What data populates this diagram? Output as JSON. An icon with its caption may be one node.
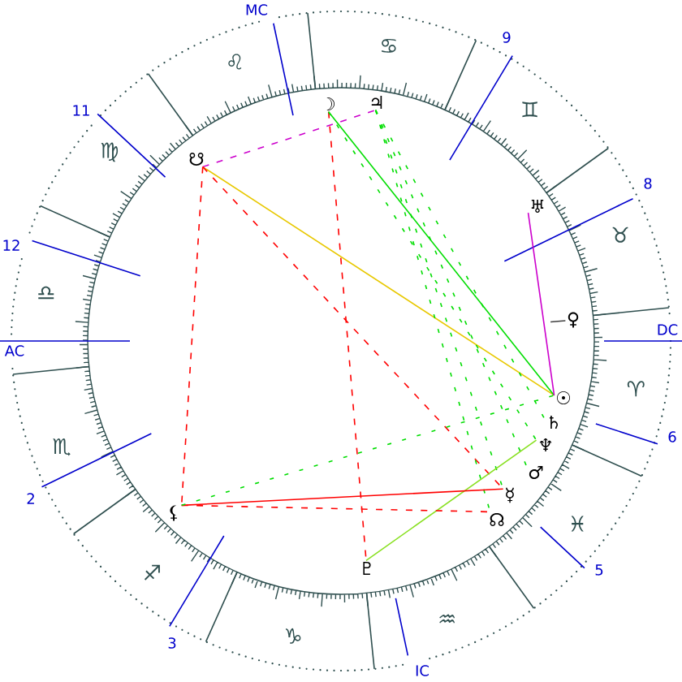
{
  "diagram": {
    "nodes": [
      {
        "text": [
          "☽"
        ]
      },
      {
        "text": [
          "♃"
        ]
      },
      {
        "text": [
          "☋"
        ]
      },
      {
        "text": [
          "♅"
        ]
      },
      {
        "text": [
          "♀"
        ]
      },
      {
        "text": [
          "☉"
        ]
      },
      {
        "text": [
          "♄"
        ]
      },
      {
        "text": [
          "♆"
        ]
      },
      {
        "text": [
          "♂"
        ]
      },
      {
        "text": [
          "☿"
        ]
      },
      {
        "text": [
          "⚸"
        ]
      },
      {
        "text": [
          "☊"
        ]
      },
      {
        "text": [
          "♇"
        ]
      }
    ],
    "edges": [
      {
        "from": 2,
        "to": 1,
        "arrow": "none",
        "style": "dashed",
        "color": "#cc00cc"
      },
      {
        "from": 2,
        "to": 5,
        "arrow": "none",
        "color": "#e8c800"
      },
      {
        "from": 2,
        "to": 10,
        "arrow": "none",
        "style": "dashed",
        "color": "#ff0000"
      },
      {
        "from": 2,
        "to": 9,
        "arrow": "none",
        "style": "dashed",
        "color": "#ff0000"
      },
      {
        "from": 0,
        "to": 12,
        "arrow": "none",
        "style": "dashed",
        "color": "#ff0000"
      },
      {
        "from": 0,
        "to": 5,
        "arrow": "none"
      },
      {
        "from": 0,
        "to": 7,
        "arrow": "none",
        "style": "dashed"
      },
      {
        "from": 1,
        "to": 6,
        "arrow": "none",
        "style": "dashed"
      },
      {
        "from": 1,
        "to": 8,
        "arrow": "none",
        "style": "dashed"
      },
      {
        "from": 1,
        "to": 9,
        "arrow": "none",
        "style": "dashed"
      },
      {
        "from": 1,
        "to": 11,
        "arrow": "none",
        "style": "dashed"
      },
      {
        "from": 3,
        "to": 5,
        "arrow": "none",
        "color": "#cc00cc"
      },
      {
        "from": 12,
        "to": 7,
        "arrow": "none",
        "color": "#88e020"
      },
      {
        "from": 10,
        "to": 9,
        "arrow": "none",
        "color": "#ff0000"
      },
      {
        "from": 10,
        "to": 11,
        "arrow": "none",
        "style": "dashed",
        "color": "#ff0000"
      },
      {
        "from": 10,
        "to": 5,
        "arrow": "none",
        "style": "dashed"
      },
      {
        "from": 4,
        "to": null,
        "arrow": "none",
        "color": "#404040"
      }
    ],
    "labels": [
      "MC",
      "9",
      "♋",
      "♌",
      "♊",
      "11",
      "♍",
      "8",
      "♉",
      "12",
      "♎",
      "DC",
      "AC",
      "♈",
      "6",
      "♏",
      "2",
      "♓",
      "5",
      "♐",
      "♒",
      "♑",
      "3",
      "IC"
    ]
  }
}
